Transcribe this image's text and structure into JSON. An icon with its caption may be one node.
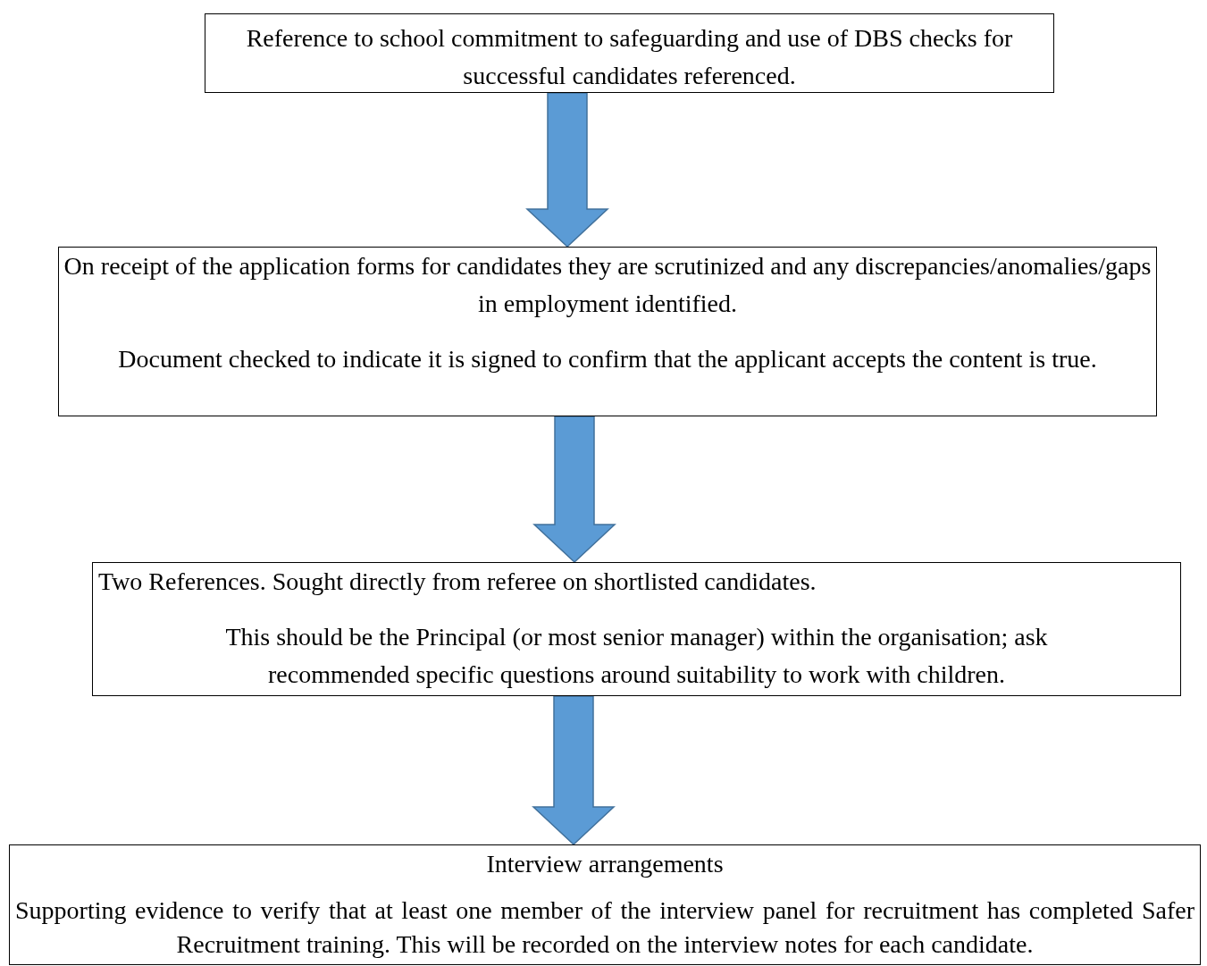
{
  "diagram": {
    "nodes": [
      {
        "text": [
          "Reference to school commitment to safeguarding and use of DBS checks for successful candidates referenced."
        ]
      },
      {
        "text": [
          "On receipt of the application forms for candidates they are scrutinized and any discrepancies/anomalies/gaps in employment identified.",
          "Document checked to indicate it is signed to confirm that the applicant accepts the content is true."
        ]
      },
      {
        "text": [
          "Two References. Sought directly from referee on shortlisted candidates.",
          "This should be the Principal (or most senior manager) within the organisation; ask recommended specific questions around suitability to work with children."
        ]
      },
      {
        "text": [
          "Interview arrangements",
          "Supporting evidence to verify that at least one member of the interview panel for recruitment has completed Safer Recruitment training. This will be recorded on the interview notes for each candidate."
        ]
      }
    ],
    "edges": [
      {
        "from": 0,
        "to": 1,
        "arrow": "to"
      },
      {
        "from": 1,
        "to": 2,
        "arrow": "to"
      },
      {
        "from": 2,
        "to": 3,
        "arrow": "to"
      }
    ]
  }
}
